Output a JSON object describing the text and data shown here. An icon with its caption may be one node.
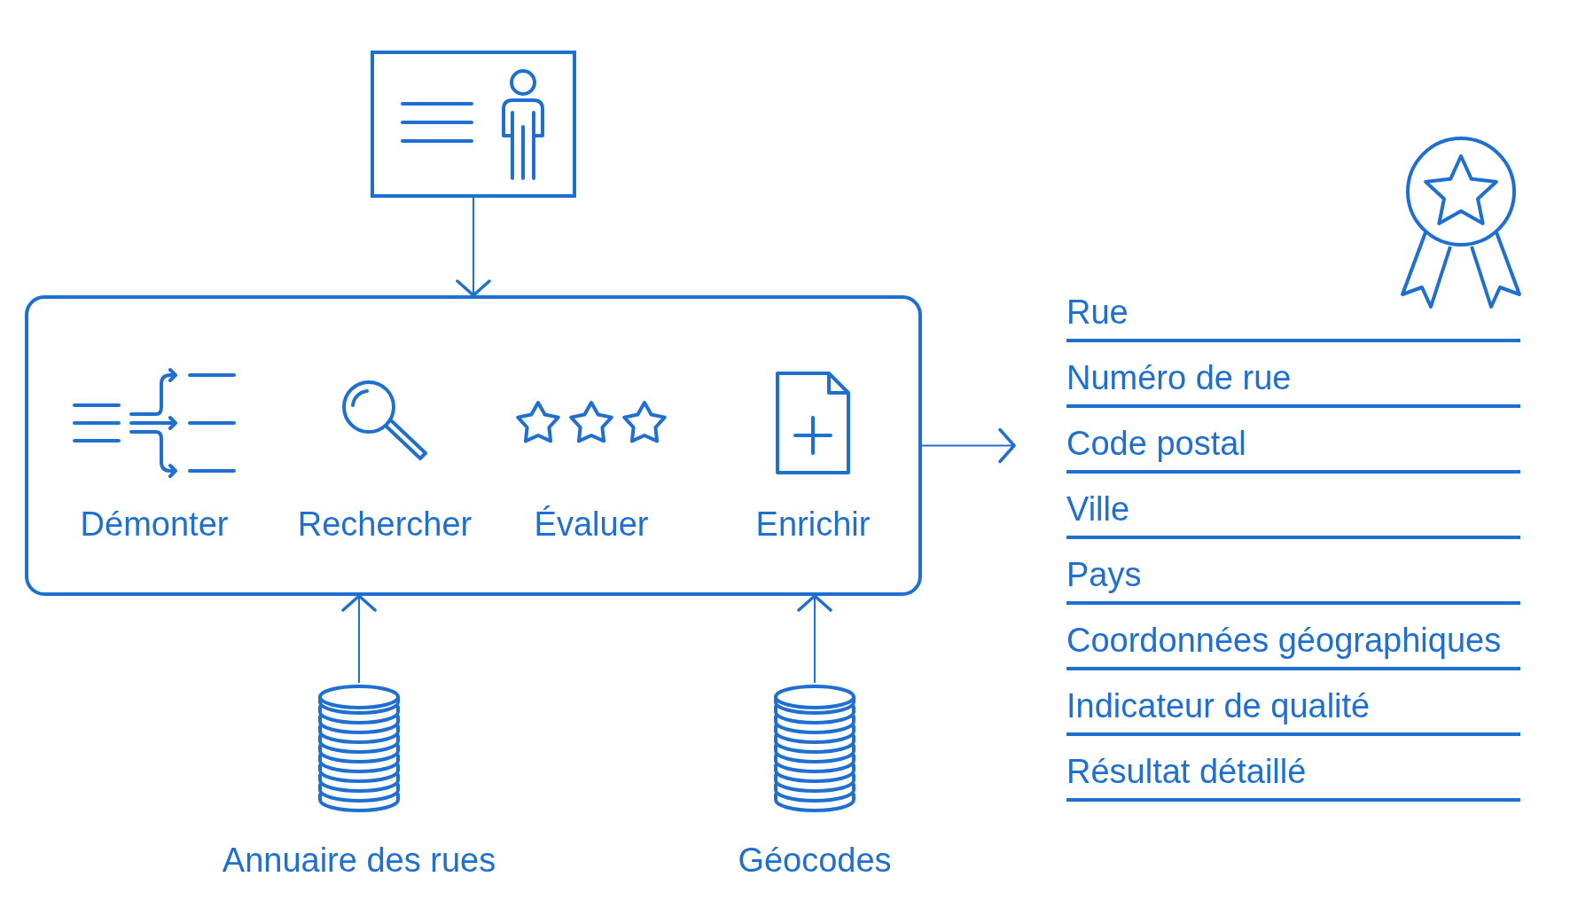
{
  "diagram": {
    "nodes": [
      {
        "text": [],
        "shape": "picture"
      },
      {
        "text": [],
        "shape": "box"
      },
      {
        "text": [
          "Démonter"
        ],
        "in": 1
      },
      {
        "text": [
          "Rechercher"
        ],
        "in": 1
      },
      {
        "text": [
          "Évaluer"
        ],
        "in": 1
      },
      {
        "text": [
          "Enrichir"
        ],
        "in": 1
      },
      {
        "text": [
          "Annuaire des rues"
        ]
      },
      {
        "text": [
          "Géocodes"
        ]
      }
    ],
    "edges": [
      {
        "from": 0,
        "to": 1,
        "arrow": "to"
      },
      {
        "from": 6,
        "to": 1,
        "arrow": "to"
      },
      {
        "from": 7,
        "to": 1,
        "arrow": "to"
      },
      {
        "from": 1,
        "to": null,
        "arrow": "to"
      }
    ],
    "labels": [
      "Rue",
      "Numéro de rue",
      "Code postal",
      "Ville",
      "Pays",
      "Coordonnées géographiques",
      "Indicateur de qualité",
      "Résultat détaillé"
    ]
  }
}
